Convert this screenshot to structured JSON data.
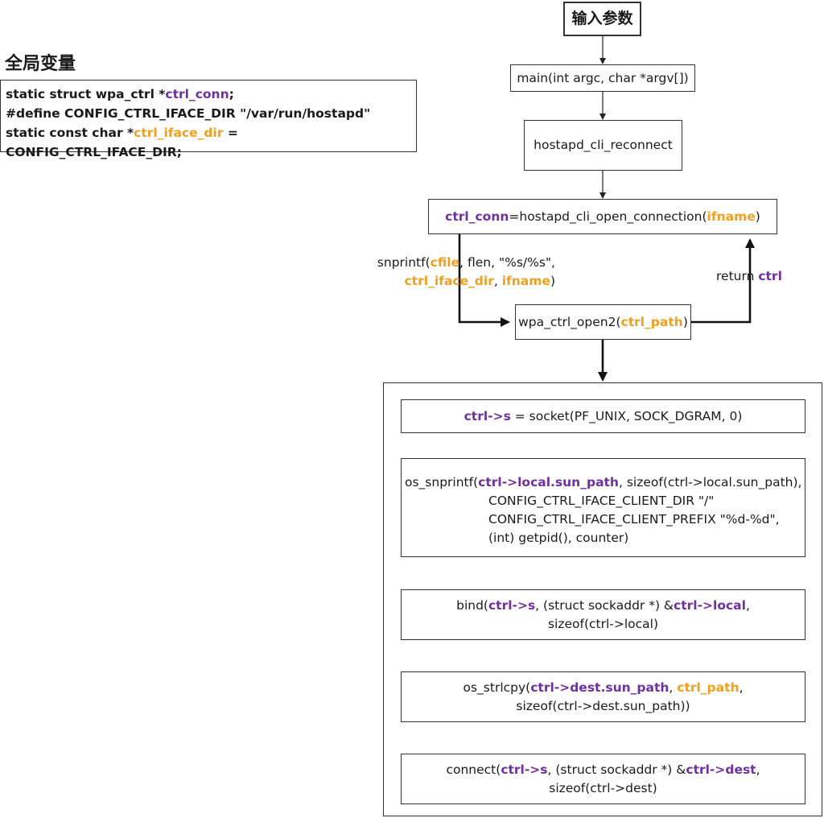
{
  "colors": {
    "purple": "#7030a0",
    "orange": "#f0a020",
    "stroke": "#333333"
  },
  "globals": {
    "title": "全局变量",
    "l1_a": "static struct wpa_ctrl *",
    "l1_b": "ctrl_conn",
    "l1_c": ";",
    "l2": "#define CONFIG_CTRL_IFACE_DIR \"/var/run/hostapd\"",
    "l3_a": "static const char *",
    "l3_b": "ctrl_iface_dir",
    "l3_c": " = CONFIG_CTRL_IFACE_DIR;"
  },
  "flow": {
    "input": "输入参数",
    "main": "main(int argc, char *argv[])",
    "reconnect": "hostapd_cli_reconnect",
    "open_conn_a": "ctrl_conn",
    "open_conn_b": "=hostapd_cli_open_connection(",
    "open_conn_c": "ifname",
    "open_conn_d": ")",
    "snprintf_a": "snprintf(",
    "snprintf_b": "cfile",
    "snprintf_c": ", flen, \"%s/%s\",",
    "snprintf_d": "ctrl_iface_dir",
    "snprintf_e": ", ",
    "snprintf_f": "ifname",
    "snprintf_g": ")",
    "return_a": "return ",
    "return_b": "ctrl",
    "open2_a": "wpa_ctrl_open2(",
    "open2_b": "ctrl_path",
    "open2_c": ")"
  },
  "detail": {
    "socket_a": "ctrl->s",
    "socket_b": " = socket(PF_UNIX, SOCK_DGRAM, 0)",
    "snp_a": "os_snprintf(",
    "snp_b": "ctrl->local.sun_path",
    "snp_c": ", sizeof(ctrl->local.sun_path),",
    "snp_l2": "CONFIG_CTRL_IFACE_CLIENT_DIR \"/\"",
    "snp_l3": "CONFIG_CTRL_IFACE_CLIENT_PREFIX \"%d-%d\",",
    "snp_l4": "(int) getpid(), counter)",
    "bind_a": "bind(",
    "bind_b": "ctrl->s",
    "bind_c": ", (struct sockaddr *) &",
    "bind_d": "ctrl->local",
    "bind_e": ",",
    "bind_l2": "sizeof(ctrl->local)",
    "cpy_a": "os_strlcpy(",
    "cpy_b": "ctrl->dest.sun_path",
    "cpy_c": ", ",
    "cpy_d": "ctrl_path",
    "cpy_e": ",",
    "cpy_l2": "sizeof(ctrl->dest.sun_path))",
    "conn_a": "connect(",
    "conn_b": "ctrl->s",
    "conn_c": ", (struct sockaddr *) &",
    "conn_d": "ctrl->dest",
    "conn_e": ",",
    "conn_l2": "sizeof(ctrl->dest)"
  }
}
